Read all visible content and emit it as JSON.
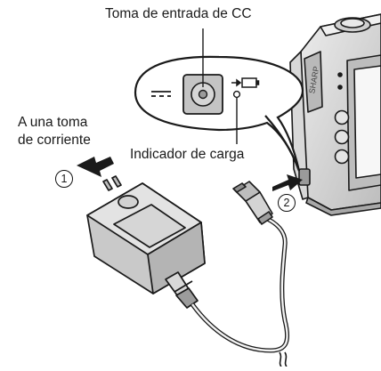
{
  "labels": {
    "dc_input": "Toma de entrada de CC",
    "outlet_line1": "A una toma",
    "outlet_line2": "de corriente",
    "charge_indicator": "Indicador de carga"
  },
  "steps": {
    "step1": "1",
    "step2": "2"
  },
  "colors": {
    "line": "#1a1a1a",
    "body_gray": "#d9d9d9",
    "panel_gray": "#c8c8c8",
    "face_light": "#eeeeee"
  }
}
